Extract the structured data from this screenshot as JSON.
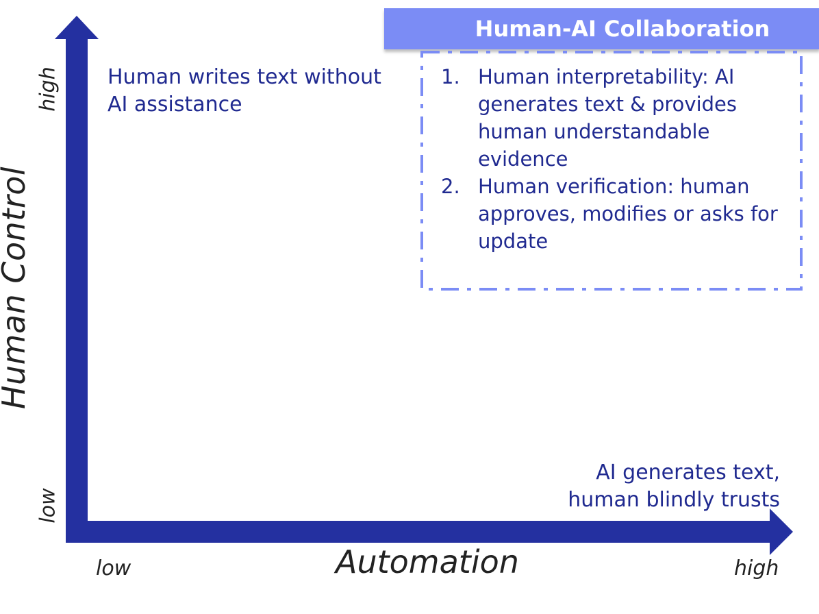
{
  "axes": {
    "y_label": "Human Control",
    "x_label": "Automation",
    "y_low": "low",
    "y_high": "high",
    "x_low": "low",
    "x_high": "high",
    "color": "#2430a0"
  },
  "quadrants": {
    "top_left": "Human writes text without AI assistance",
    "bottom_right_line1": "AI generates text,",
    "bottom_right_line2": "human blindly trusts"
  },
  "collaboration": {
    "title": "Human-AI Collaboration",
    "header_color": "#7b8cf5",
    "items": [
      {
        "number": "1.",
        "text": "Human interpretability: AI generates text & provides human understandable evidence"
      },
      {
        "number": "2.",
        "text": "Human verification: human approves, modifies or asks for update"
      }
    ]
  }
}
